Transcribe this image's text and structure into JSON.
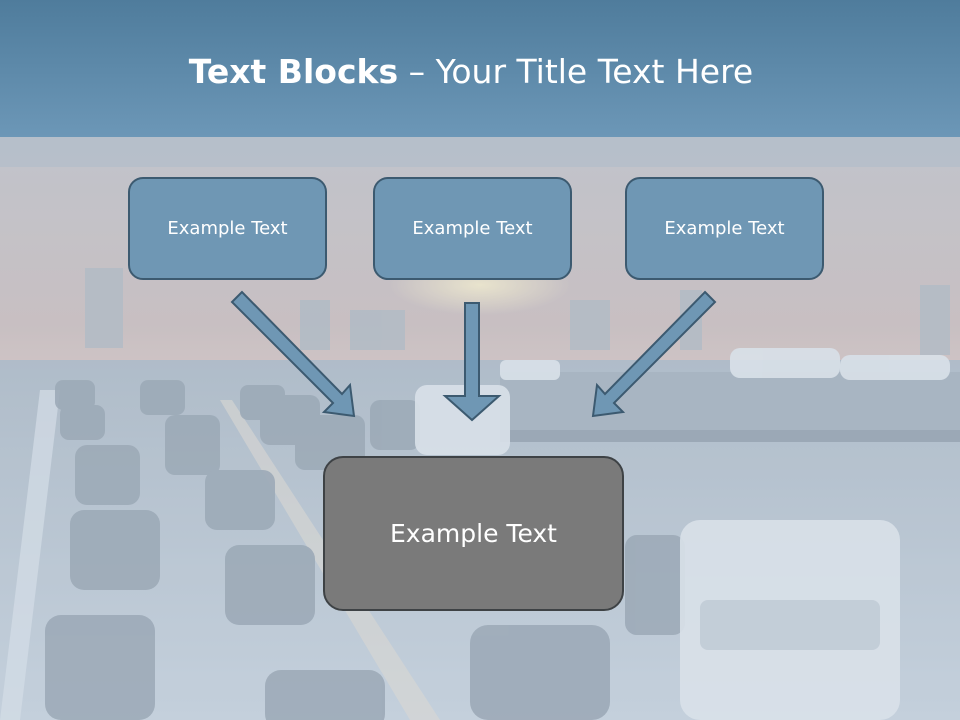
{
  "slide": {
    "title_bold": "Text Blocks",
    "title_separator": " – ",
    "title_rest": "Your Title Text Here"
  },
  "boxes": {
    "top": [
      "Example Text",
      "Example Text",
      "Example Text"
    ],
    "bottom": "Example Text"
  },
  "colors": {
    "header": "#5f8aab",
    "box_fill": "#6f97b4",
    "box_border": "#3c5a70",
    "center_box_fill": "#7a7a7a",
    "arrow_fill": "#6f97b4"
  }
}
